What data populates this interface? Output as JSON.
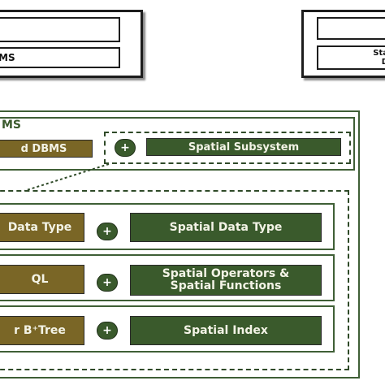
{
  "top_left": {
    "row1": "",
    "row2": "MS"
  },
  "top_right": {
    "row1": "",
    "row2_line1": "Sta",
    "row2_line2": "D"
  },
  "panel": {
    "title": "MS",
    "header_left": "d DBMS",
    "header_right": "Spatial Subsystem"
  },
  "rows": [
    {
      "left": "Data Type",
      "right": "Spatial Data Type"
    },
    {
      "left": "QL",
      "right_line1": "Spatial Operators &",
      "right_line2": "Spatial Functions"
    },
    {
      "left": "r B⁺Tree",
      "right": "Spatial Index"
    }
  ],
  "plus_symbol": "+",
  "colors": {
    "olive": "#7a6626",
    "green": "#3a5a2c",
    "border_green": "#3f5f36"
  }
}
